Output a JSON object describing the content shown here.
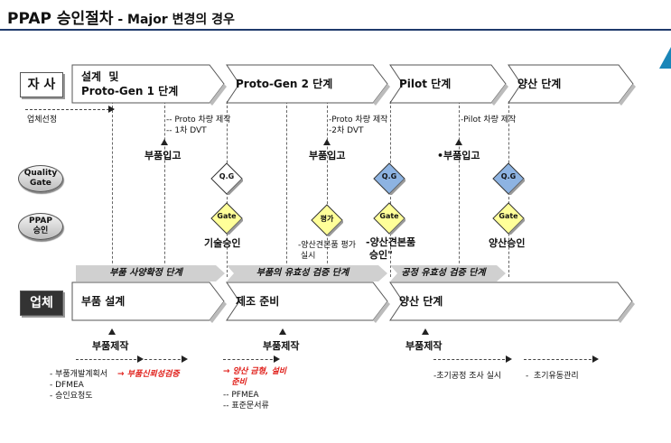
{
  "title": {
    "main": "PPAP 승인절차",
    "sub": " - Major 변경의 경우"
  },
  "rows": {
    "company": "자 사",
    "supplier": "업체",
    "quality_gate": "Quality\nGate",
    "ppap_approval": "PPAP\n승인"
  },
  "company_stages": [
    "설계  및\nProto-Gen 1 단계",
    "Proto-Gen 2 단계",
    "Pilot 단계",
    "양산 단계"
  ],
  "supplier_stages": [
    "부품 설계",
    "제조 준비",
    "양산 단계"
  ],
  "bands": [
    "부품 사양확정 단계",
    "부품의 유효성 검증 단계",
    "공정 유효성 검증 단계"
  ],
  "company_notes": {
    "supplier_select": "업체선정",
    "proto1": "-- Proto 차량 제작\n-- 1차 DVT",
    "proto2": "-Proto 차량 제작\n-2차 DVT",
    "pilot": "-Pilot 차량 제작"
  },
  "parts_in": [
    "부품입고",
    "부품입고",
    "•부품입고"
  ],
  "qg_label": "Q.G",
  "gates": {
    "gate_label": "Gate",
    "eval_label": "평가"
  },
  "approvals": {
    "tech": "기술승인",
    "sample_eval": "-양산견본품 평가\n 실시",
    "sample_approval": "-양산견본품\n 승인\"",
    "mass": "양산승인"
  },
  "supplier_notes": {
    "make": [
      "부품제작",
      "부품제작",
      "부품제작"
    ],
    "design_list": "- 부품개발계획서\n- DFMEA\n- 승인요청도",
    "design_red": "→ 부품신뢰성검증",
    "prep_red": "→ 양산 금형, 설비\n   준비",
    "prep_list": "-- PFMEA\n-- 표준문서류",
    "initial_check": "-초기공정 조사 실시",
    "initial_mgmt": "-  초기유동관리"
  },
  "colors": {
    "accent_blue": "#1f3a6b",
    "qg_blue": "#8db3e2",
    "gate_yellow": "#ffff99",
    "red": "#e0201b"
  }
}
